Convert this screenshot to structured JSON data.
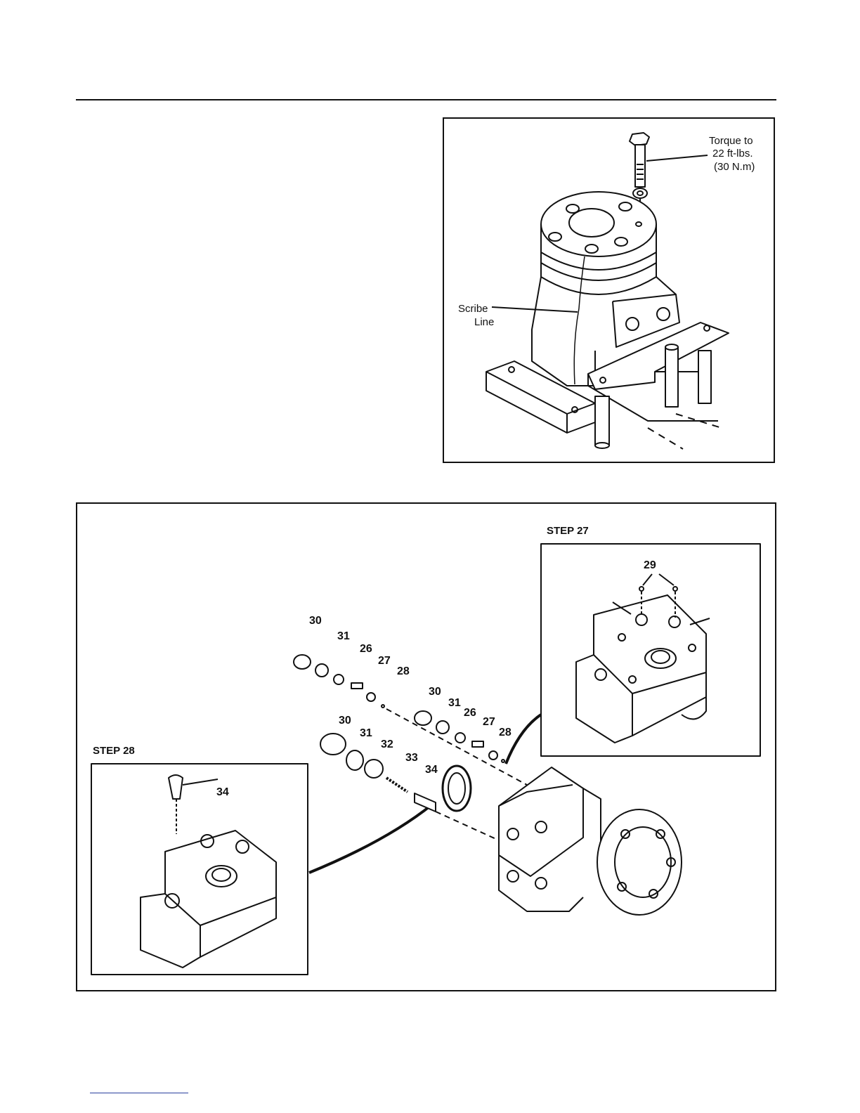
{
  "top_figure": {
    "torque_callout": [
      "Torque to",
      "22 ft-lbs.",
      "(30 N.m)"
    ],
    "scribe_callout": [
      "Scribe",
      "Line"
    ]
  },
  "bottom_figure": {
    "step27": {
      "title": "STEP 27",
      "label_29": "29"
    },
    "step28": {
      "title": "STEP 28",
      "label_34": "34"
    },
    "exploded_labels": {
      "row1": [
        "30",
        "31",
        "26",
        "27",
        "28"
      ],
      "row2": [
        "30",
        "31",
        "26",
        "27",
        "28"
      ],
      "row3": [
        "30",
        "31",
        "32",
        "33",
        "34"
      ]
    }
  }
}
